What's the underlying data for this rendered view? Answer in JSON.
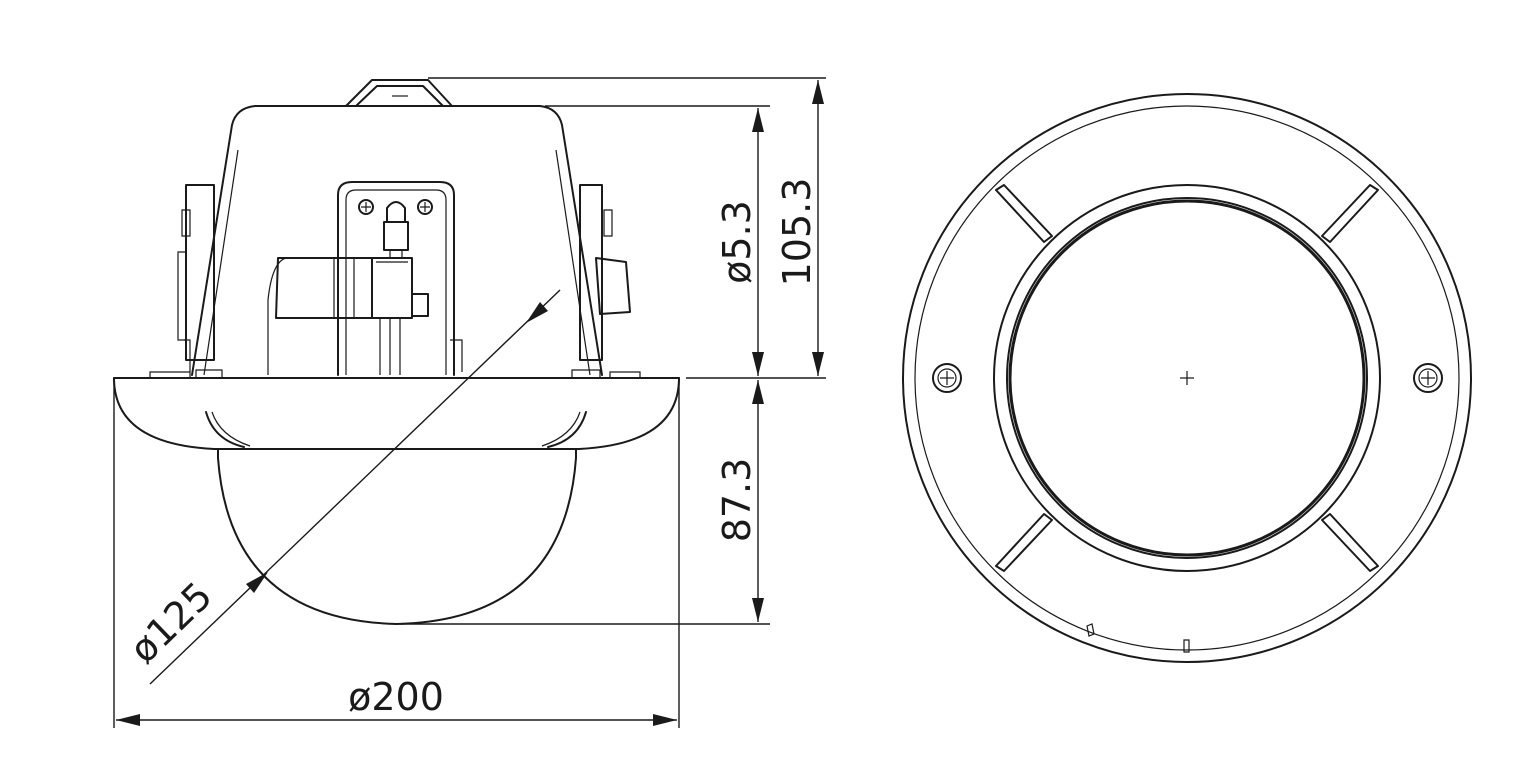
{
  "dimensions": {
    "overall_height": "105.3",
    "housing_height": "ø5.3",
    "dome_height": "87.3",
    "dome_diameter": "ø125",
    "flange_diameter": "ø200"
  }
}
